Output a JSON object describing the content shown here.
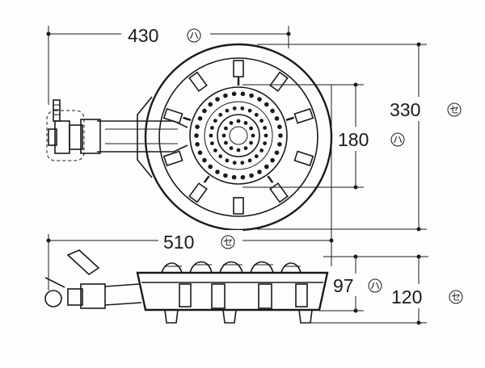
{
  "dimensions": {
    "top_width": {
      "value": "430",
      "unit_symbol": "ハ"
    },
    "overall_height": {
      "value": "330",
      "unit_symbol": "セ"
    },
    "inner_ring": {
      "value": "180",
      "unit_symbol": "ハ"
    },
    "overall_length": {
      "value": "510",
      "unit_symbol": "セ"
    },
    "burner_height": {
      "value": "97",
      "unit_symbol": "ハ"
    },
    "total_height": {
      "value": "120",
      "unit_symbol": "セ"
    }
  },
  "colors": {
    "ink": "#1a1a1a",
    "paper": "#fdfdfd"
  }
}
